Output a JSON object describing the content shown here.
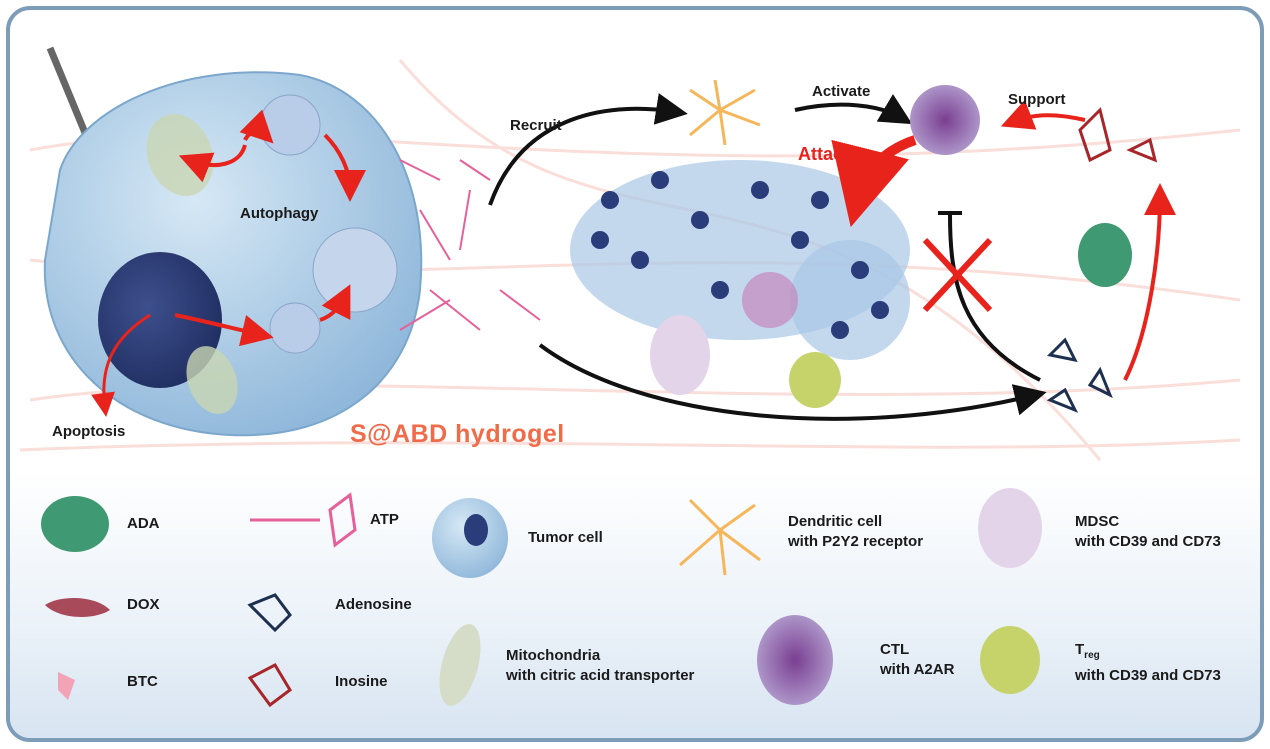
{
  "diagram": {
    "title": "S@ABD hydrogel",
    "labels": {
      "autophagy": "Autophagy",
      "apoptosis": "Apoptosis",
      "recruit": "Recruit",
      "activate": "Activate",
      "support": "Support",
      "attack": "Attack"
    },
    "colors": {
      "frame": "#7d9cb8",
      "red_arrow": "#e8231c",
      "title": "#ef6b4a",
      "cell": "#a9c9e3",
      "nucleus": "#2a3d78"
    }
  },
  "legend": {
    "ada": "ADA",
    "atp": "ATP",
    "tumor_cell": "Tumor cell",
    "dendritic_line1": "Dendritic cell",
    "dendritic_line2": "with P2Y2 receptor",
    "mdsc_line1": "MDSC",
    "mdsc_line2": "with CD39 and CD73",
    "dox": "DOX",
    "adenosine": "Adenosine",
    "btc": "BTC",
    "inosine": "Inosine",
    "mito_line1": "Mitochondria",
    "mito_line2": "with citric acid transporter",
    "ctl_line1": "CTL",
    "ctl_line2": "with A2AR",
    "treg_main": "T",
    "treg_sub": "reg",
    "treg_line2": "with CD39 and CD73"
  }
}
